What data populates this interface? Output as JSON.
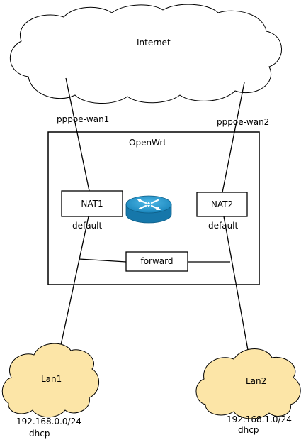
{
  "internet": {
    "label": "Internet"
  },
  "openwrt": {
    "label": "OpenWrt"
  },
  "wan1": {
    "label": "pppoe-wan1"
  },
  "wan2": {
    "label": "pppoe-wan2"
  },
  "nat1": {
    "label": "NAT1",
    "zone": "default"
  },
  "nat2": {
    "label": "NAT2",
    "zone": "default"
  },
  "forward": {
    "label": "forward"
  },
  "router": {
    "icon": "router-icon",
    "color": "#1e8fc4"
  },
  "lan1": {
    "label": "Lan1",
    "subnet": "192.168.0.0/24",
    "mode": "dhcp"
  },
  "lan2": {
    "label": "Lan2",
    "subnet": "192.168.1.0/24",
    "mode": "dhcp"
  },
  "colors": {
    "internet_cloud": "#ffffff",
    "lan_cloud": "#fce5a7",
    "outline": "#000000"
  }
}
